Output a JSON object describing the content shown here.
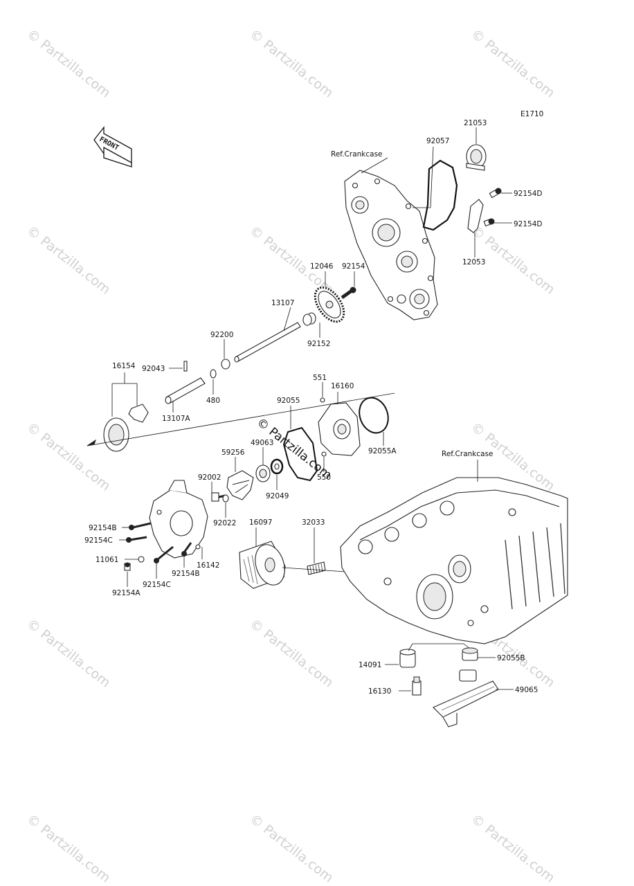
{
  "diagram_code": "E1710",
  "watermark": "© Partzilla.com",
  "center_watermark": "© Partzilla.com",
  "front_label": "FRONT",
  "ref_crankcase_top": "Ref.Crankcase",
  "ref_crankcase_bottom": "Ref.Crankcase",
  "parts": {
    "p21053": "21053",
    "p92057": "92057",
    "p92154D_a": "92154D",
    "p92154D_b": "92154D",
    "p12053": "12053",
    "p12046": "12046",
    "p92154": "92154",
    "p13107": "13107",
    "p92152": "92152",
    "p92200": "92200",
    "p16154": "16154",
    "p92043": "92043",
    "p480": "480",
    "p13107A": "13107A",
    "p551": "551",
    "p16160": "16160",
    "p92055": "92055",
    "p49063": "49063",
    "p92055A": "92055A",
    "p59256": "59256",
    "p92002": "92002",
    "p92049": "92049",
    "p550": "550",
    "p92022": "92022",
    "p92154B_a": "92154B",
    "p92154C_a": "92154C",
    "p16097": "16097",
    "p32033": "32033",
    "p11061": "11061",
    "p92154C_b": "92154C",
    "p92154B_b": "92154B",
    "p16142": "16142",
    "p92154A": "92154A",
    "p14091": "14091",
    "p92055B": "92055B",
    "p16130": "16130",
    "p49065": "49065"
  }
}
